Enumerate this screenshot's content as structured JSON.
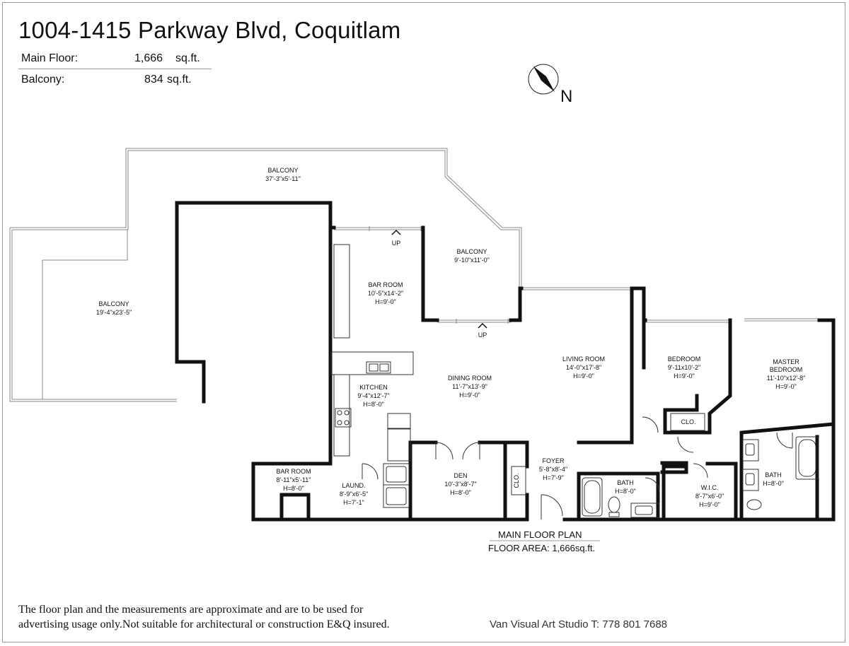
{
  "title": "1004-1415 Parkway Blvd, Coquitlam",
  "areas": {
    "main_floor": {
      "label": "Main Floor:",
      "value": "1,666",
      "unit": "sq.ft."
    },
    "balcony": {
      "label": "Balcony:",
      "value": "834",
      "unit": "sq.ft."
    }
  },
  "compass": {
    "label": "N"
  },
  "rooms": {
    "balcony_top": {
      "name": "BALCONY",
      "dims": "37'-3\"x5'-11\""
    },
    "balcony_left": {
      "name": "BALCONY",
      "dims": "19'-4\"x23'-5\""
    },
    "balcony_mid": {
      "name": "BALCONY",
      "dims": "9'-10\"x11'-0\""
    },
    "bar_room_top": {
      "name": "BAR ROOM",
      "dims": "10'-5\"x14'-2\"",
      "height": "H=9'-0\""
    },
    "kitchen": {
      "name": "KITCHEN",
      "dims": "9'-4\"x12'-7\"",
      "height": "H=8'-0\""
    },
    "dining_room": {
      "name": "DINING ROOM",
      "dims": "11'-7\"x13'-9\"",
      "height": "H=9'-0\""
    },
    "living_room": {
      "name": "LIVING ROOM",
      "dims": "14'-0\"x17'-8\"",
      "height": "H=9'-0\""
    },
    "bedroom": {
      "name": "BEDROOM",
      "dims": "9'-11x10'-2\"",
      "height": "H=9'-0\""
    },
    "master_bedroom": {
      "name_line1": "MASTER",
      "name_line2": "BEDROOM",
      "dims": "11'-10\"x12'-8\"",
      "height": "H=9'-0\""
    },
    "bar_room_bottom": {
      "name": "BAR ROOM",
      "dims": "8'-11\"x5'-11\"",
      "height": "H=8'-0\""
    },
    "laundry": {
      "name": "LAUND.",
      "dims": "8'-9\"x6'-5\"",
      "height": "H=7'-1\""
    },
    "den": {
      "name": "DEN",
      "dims": "10'-3\"x8'-7\"",
      "height": "H=8'-0\""
    },
    "foyer": {
      "name": "FOYER",
      "dims": "5'-8\"x8'-4\"",
      "height": "H=7'-9\""
    },
    "bath_1": {
      "name": "BATH",
      "height": "H=8'-0\""
    },
    "wic": {
      "name": "W.I.C.",
      "dims": "8'-7\"x6'-0\"",
      "height": "H=9'-0\""
    },
    "bath_2": {
      "name": "BATH",
      "height": "H=8'-0\""
    },
    "clo_1": {
      "name": "CLO."
    },
    "clo_2": {
      "name": "CLO."
    }
  },
  "stairs": {
    "up_1": "UP",
    "up_2": "UP"
  },
  "plan_caption": {
    "title": "MAIN FLOOR PLAN",
    "area_label": "FLOOR AREA:",
    "area_value": "1,666",
    "area_unit": "sq.ft."
  },
  "disclaimer": {
    "line1": "The floor plan and the measurements are approximate and are to be used for",
    "line2": "advertising usage only.Not suitable for architectural or construction E&Q insured."
  },
  "studio": "Van Visual Art Studio T: 778 801 7688"
}
